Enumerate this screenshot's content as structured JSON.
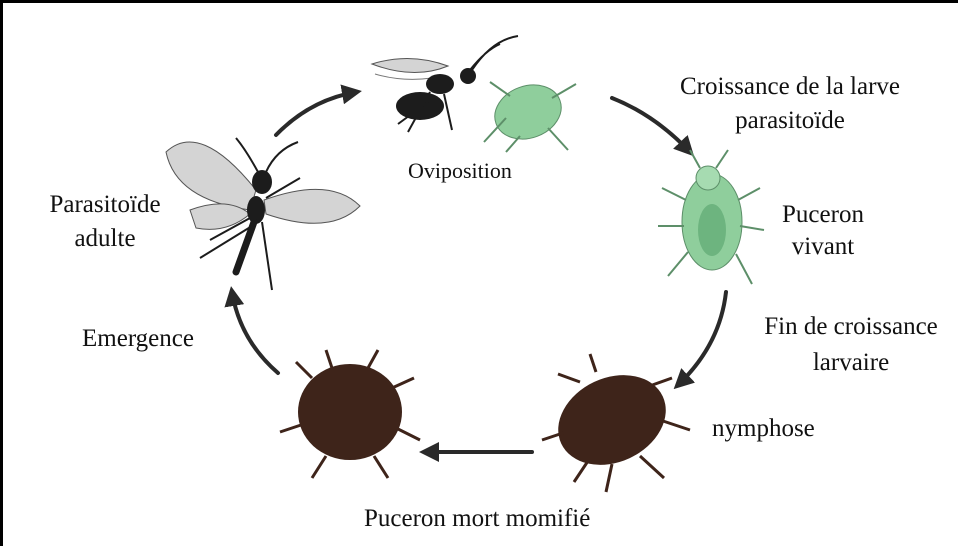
{
  "diagram": {
    "labels": {
      "oviposition": "Oviposition",
      "growth_line1": "Croissance de la larve",
      "growth_line2": "parasitoïde",
      "live_line1": "Puceron",
      "live_line2": "vivant",
      "end_line1": "Fin de croissance",
      "end_line2": "larvaire",
      "nymphose": "nymphose",
      "mummy": "Puceron mort momifié",
      "emergence": "Emergence",
      "adult_line1": "Parasitoïde",
      "adult_line2": "adulte"
    },
    "colors": {
      "live_aphid": "#8fce9c",
      "mummy": "#3e241a",
      "wasp_body": "#1c1c1c",
      "wing": "#d4d4d4",
      "arrow": "#2a2a2a"
    }
  }
}
